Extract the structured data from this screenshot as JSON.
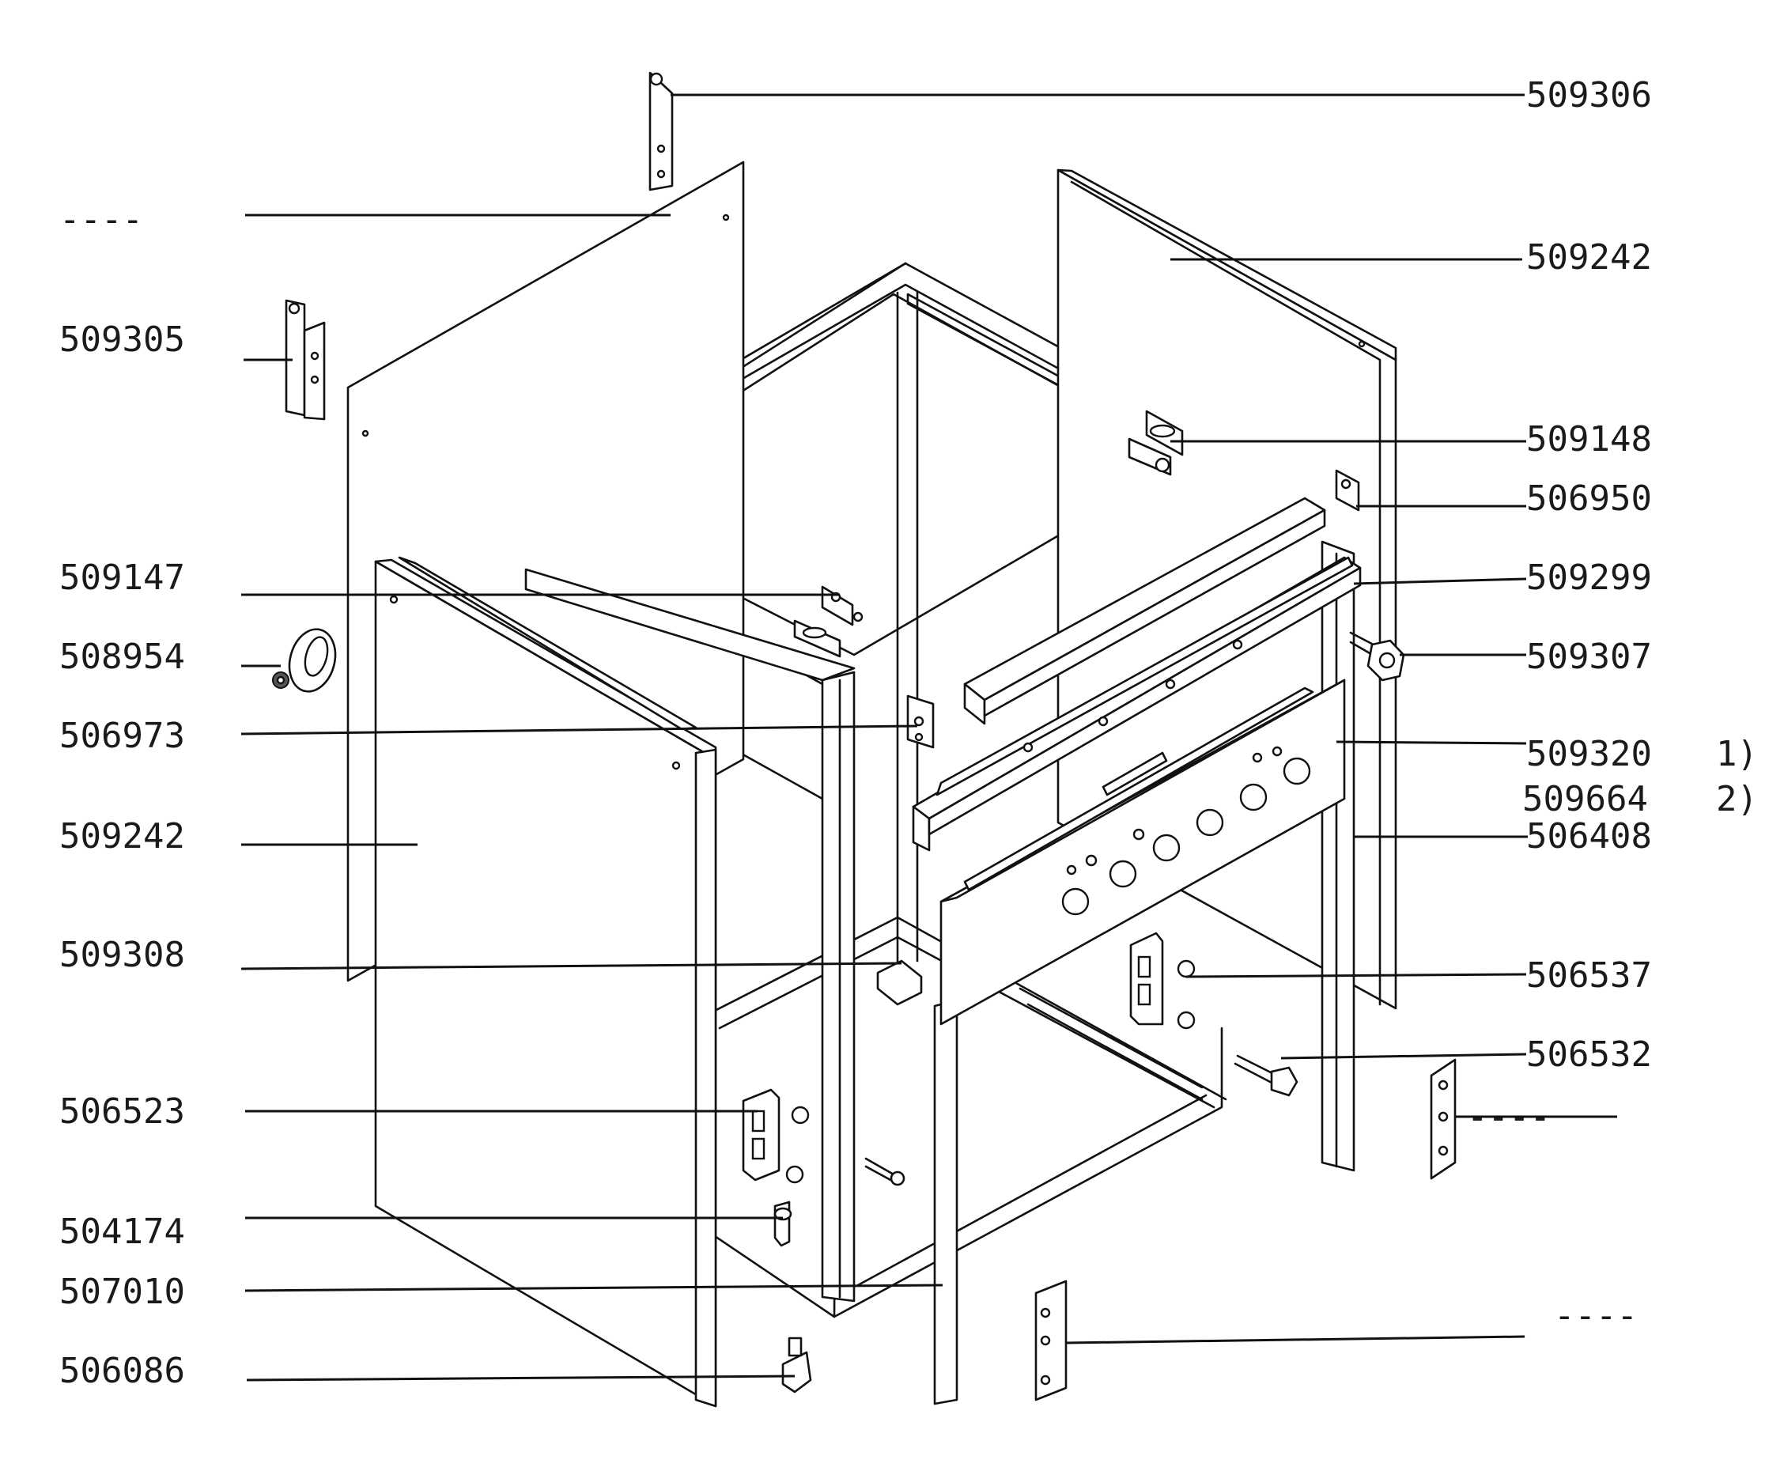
{
  "labels": {
    "l_509306": "509306",
    "l_dash_top": "----",
    "l_509242_r": "509242",
    "l_509305": "509305",
    "l_509148": "509148",
    "l_506950": "506950",
    "l_509147": "509147",
    "l_509299": "509299",
    "l_508954": "508954",
    "l_509307": "509307",
    "l_506973": "506973",
    "l_509320": "509320",
    "l_note1": "1)",
    "l_509664": "509664",
    "l_note2": "2)",
    "l_509242_l": "509242",
    "l_506408": "506408",
    "l_509308": "509308",
    "l_506537": "506537",
    "l_506532": "506532",
    "l_506523": "506523",
    "l_dash_mid": "----",
    "l_504174": "504174",
    "l_507010": "507010",
    "l_dash_bot": "----",
    "l_506086": "506086"
  }
}
